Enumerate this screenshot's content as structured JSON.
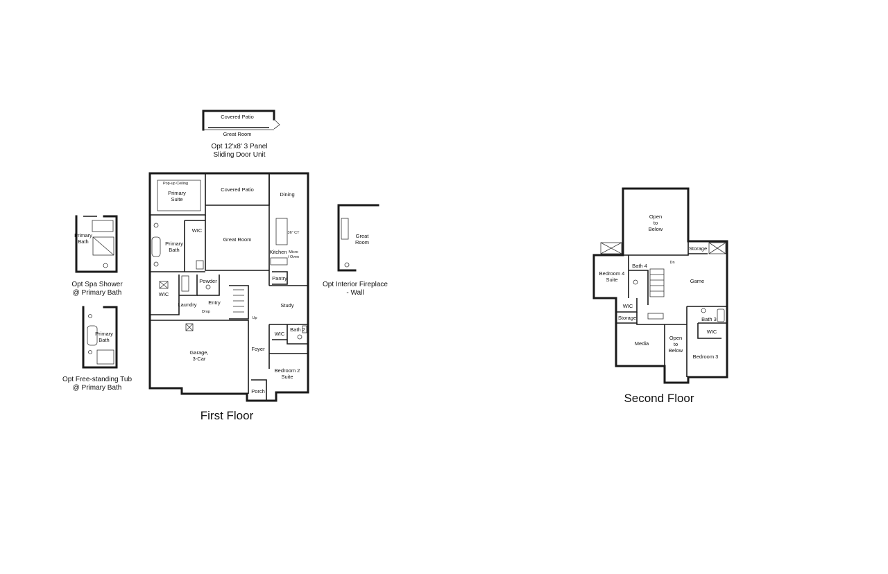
{
  "first_floor": {
    "title": "First Floor",
    "rooms": {
      "popup": "Pop-up Ceiling",
      "primary_suite_1": "Primary",
      "primary_suite_2": "Suite",
      "covered_patio": "Covered Patio",
      "dining": "Dining",
      "wic_a": "WIC",
      "primary_bath_1": "Primary",
      "primary_bath_2": "Bath",
      "great_room": "Great Room",
      "ct": "36\" CT",
      "kitchen": "Kitchen",
      "micro_1": "Micro",
      "micro_2": "/ Oven",
      "pantry": "Pantry",
      "powder": "Powder",
      "wic_b": "WIC",
      "laundry": "Laundry",
      "entry": "Entry",
      "drop": "Drop",
      "up": "Up",
      "study": "Study",
      "bath2": "Bath 2",
      "wic_c": "WIC",
      "garage_1": "Garage,",
      "garage_2": "3-Car",
      "foyer": "Foyer",
      "bed2_1": "Bedroom 2",
      "bed2_2": "Suite",
      "porch": "Porch"
    }
  },
  "options": {
    "sliding": {
      "patio": "Covered Patio",
      "great": "Great Room",
      "cap1": "Opt 12'x8' 3 Panel",
      "cap2": "Sliding Door Unit"
    },
    "spa": {
      "room1": "Primary",
      "room2": "Bath",
      "cap1": "Opt Spa Shower",
      "cap2": "@ Primary Bath"
    },
    "tub": {
      "room1": "Primary",
      "room2": "Bath",
      "cap1": "Opt Free-standing Tub",
      "cap2": "@ Primary Bath"
    },
    "fireplace": {
      "room1": "Great",
      "room2": "Room",
      "cap1": "Opt Interior Fireplace",
      "cap2": "- Wall"
    }
  },
  "second_floor": {
    "title": "Second Floor",
    "rooms": {
      "otb1_1": "Open",
      "otb1_2": "to",
      "otb1_3": "Below",
      "storage_a": "Storage",
      "bath4": "Bath 4",
      "dn": "Dn",
      "bed4_1": "Bedroom 4",
      "bed4_2": "Suite",
      "game": "Game",
      "wic_a": "WIC",
      "storage_b": "Storage",
      "bath3": "Bath 3",
      "wic_b": "WIC",
      "media": "Media",
      "otb2_1": "Open",
      "otb2_2": "to",
      "otb2_3": "Below",
      "bed3": "Bedroom 3"
    }
  }
}
